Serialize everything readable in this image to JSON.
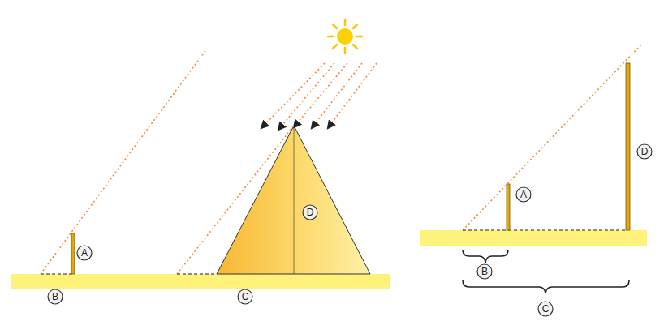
{
  "diagram": {
    "labels": [
      "A",
      "D",
      "B",
      "C",
      "A",
      "D",
      "B",
      "C"
    ]
  }
}
